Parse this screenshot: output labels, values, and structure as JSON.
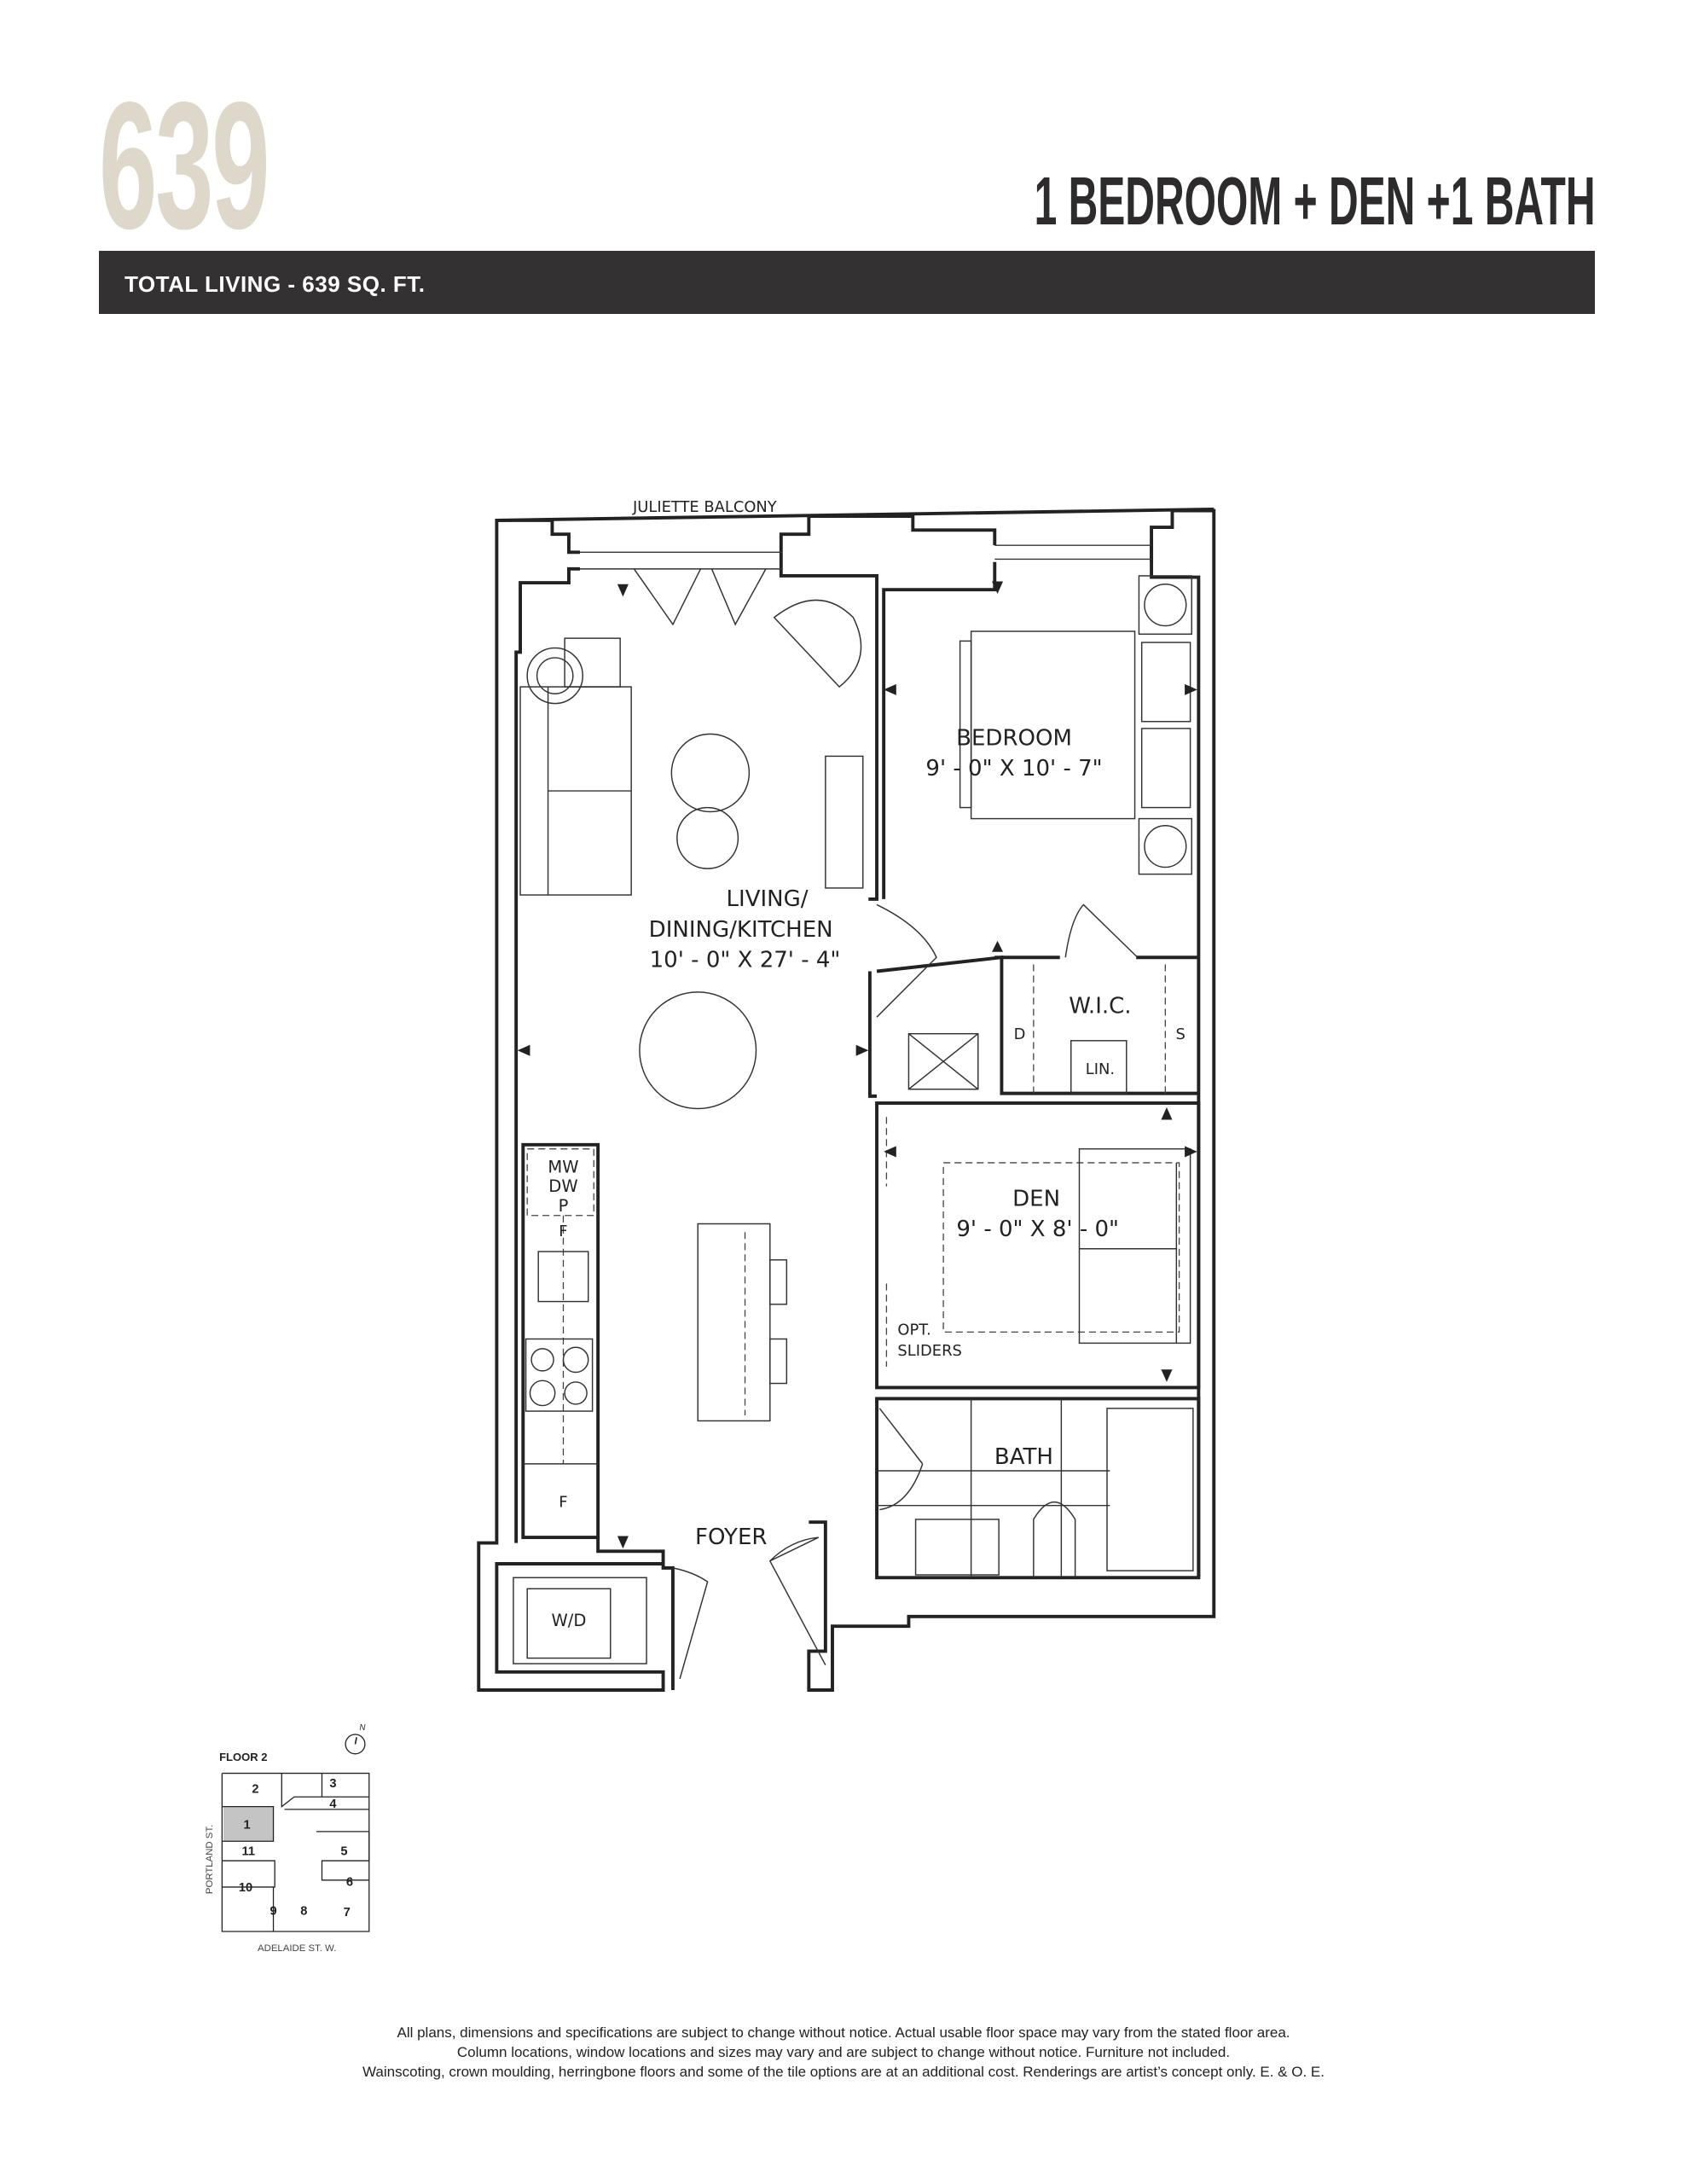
{
  "header": {
    "unit_size": "639",
    "unit_type": "1 BEDROOM + DEN +1 BATH",
    "total_living": "TOTAL LIVING - 639 SQ. FT."
  },
  "plan": {
    "balcony": "JULIETTE BALCONY",
    "bedroom": {
      "name": "BEDROOM",
      "dims": "9' - 0\" X 10' - 7\""
    },
    "living": {
      "name_line1": "LIVING/",
      "name_line2": "DINING/KITCHEN",
      "dims": "10' - 0\" X 27' - 4\""
    },
    "wic": {
      "name": "W.I.C.",
      "d": "D",
      "s": "S",
      "linen": "LIN."
    },
    "kitchen": {
      "mw": "MW",
      "dw": "DW",
      "p": "P",
      "f1": "F",
      "f2": "F"
    },
    "den": {
      "name": "DEN",
      "dims": "9' - 0\" X 8' - 0\"",
      "opt_line1": "OPT.",
      "opt_line2": "SLIDERS"
    },
    "bath": "BATH",
    "foyer": "FOYER",
    "laundry": "W/D"
  },
  "key_plan": {
    "floor": "FLOOR 2",
    "north": "N",
    "street_west": "PORTLAND ST.",
    "street_south": "ADELAIDE ST. W.",
    "units": [
      "1",
      "2",
      "3",
      "4",
      "5",
      "6",
      "7",
      "8",
      "9",
      "10",
      "11"
    ],
    "highlight_color": "#c4c4c4"
  },
  "disclaimer": [
    "All plans, dimensions and specifications are subject to change without notice. Actual usable floor space may vary from the stated floor area.",
    "Column locations, window locations and sizes may vary and are subject to change without notice. Furniture not included.",
    "Wainscoting, crown moulding, herringbone floors and some of the tile options are at an additional cost. Renderings are artist’s concept only. E. & O. E."
  ],
  "colors": {
    "accent": "#ded8ca",
    "bar": "#333132"
  }
}
